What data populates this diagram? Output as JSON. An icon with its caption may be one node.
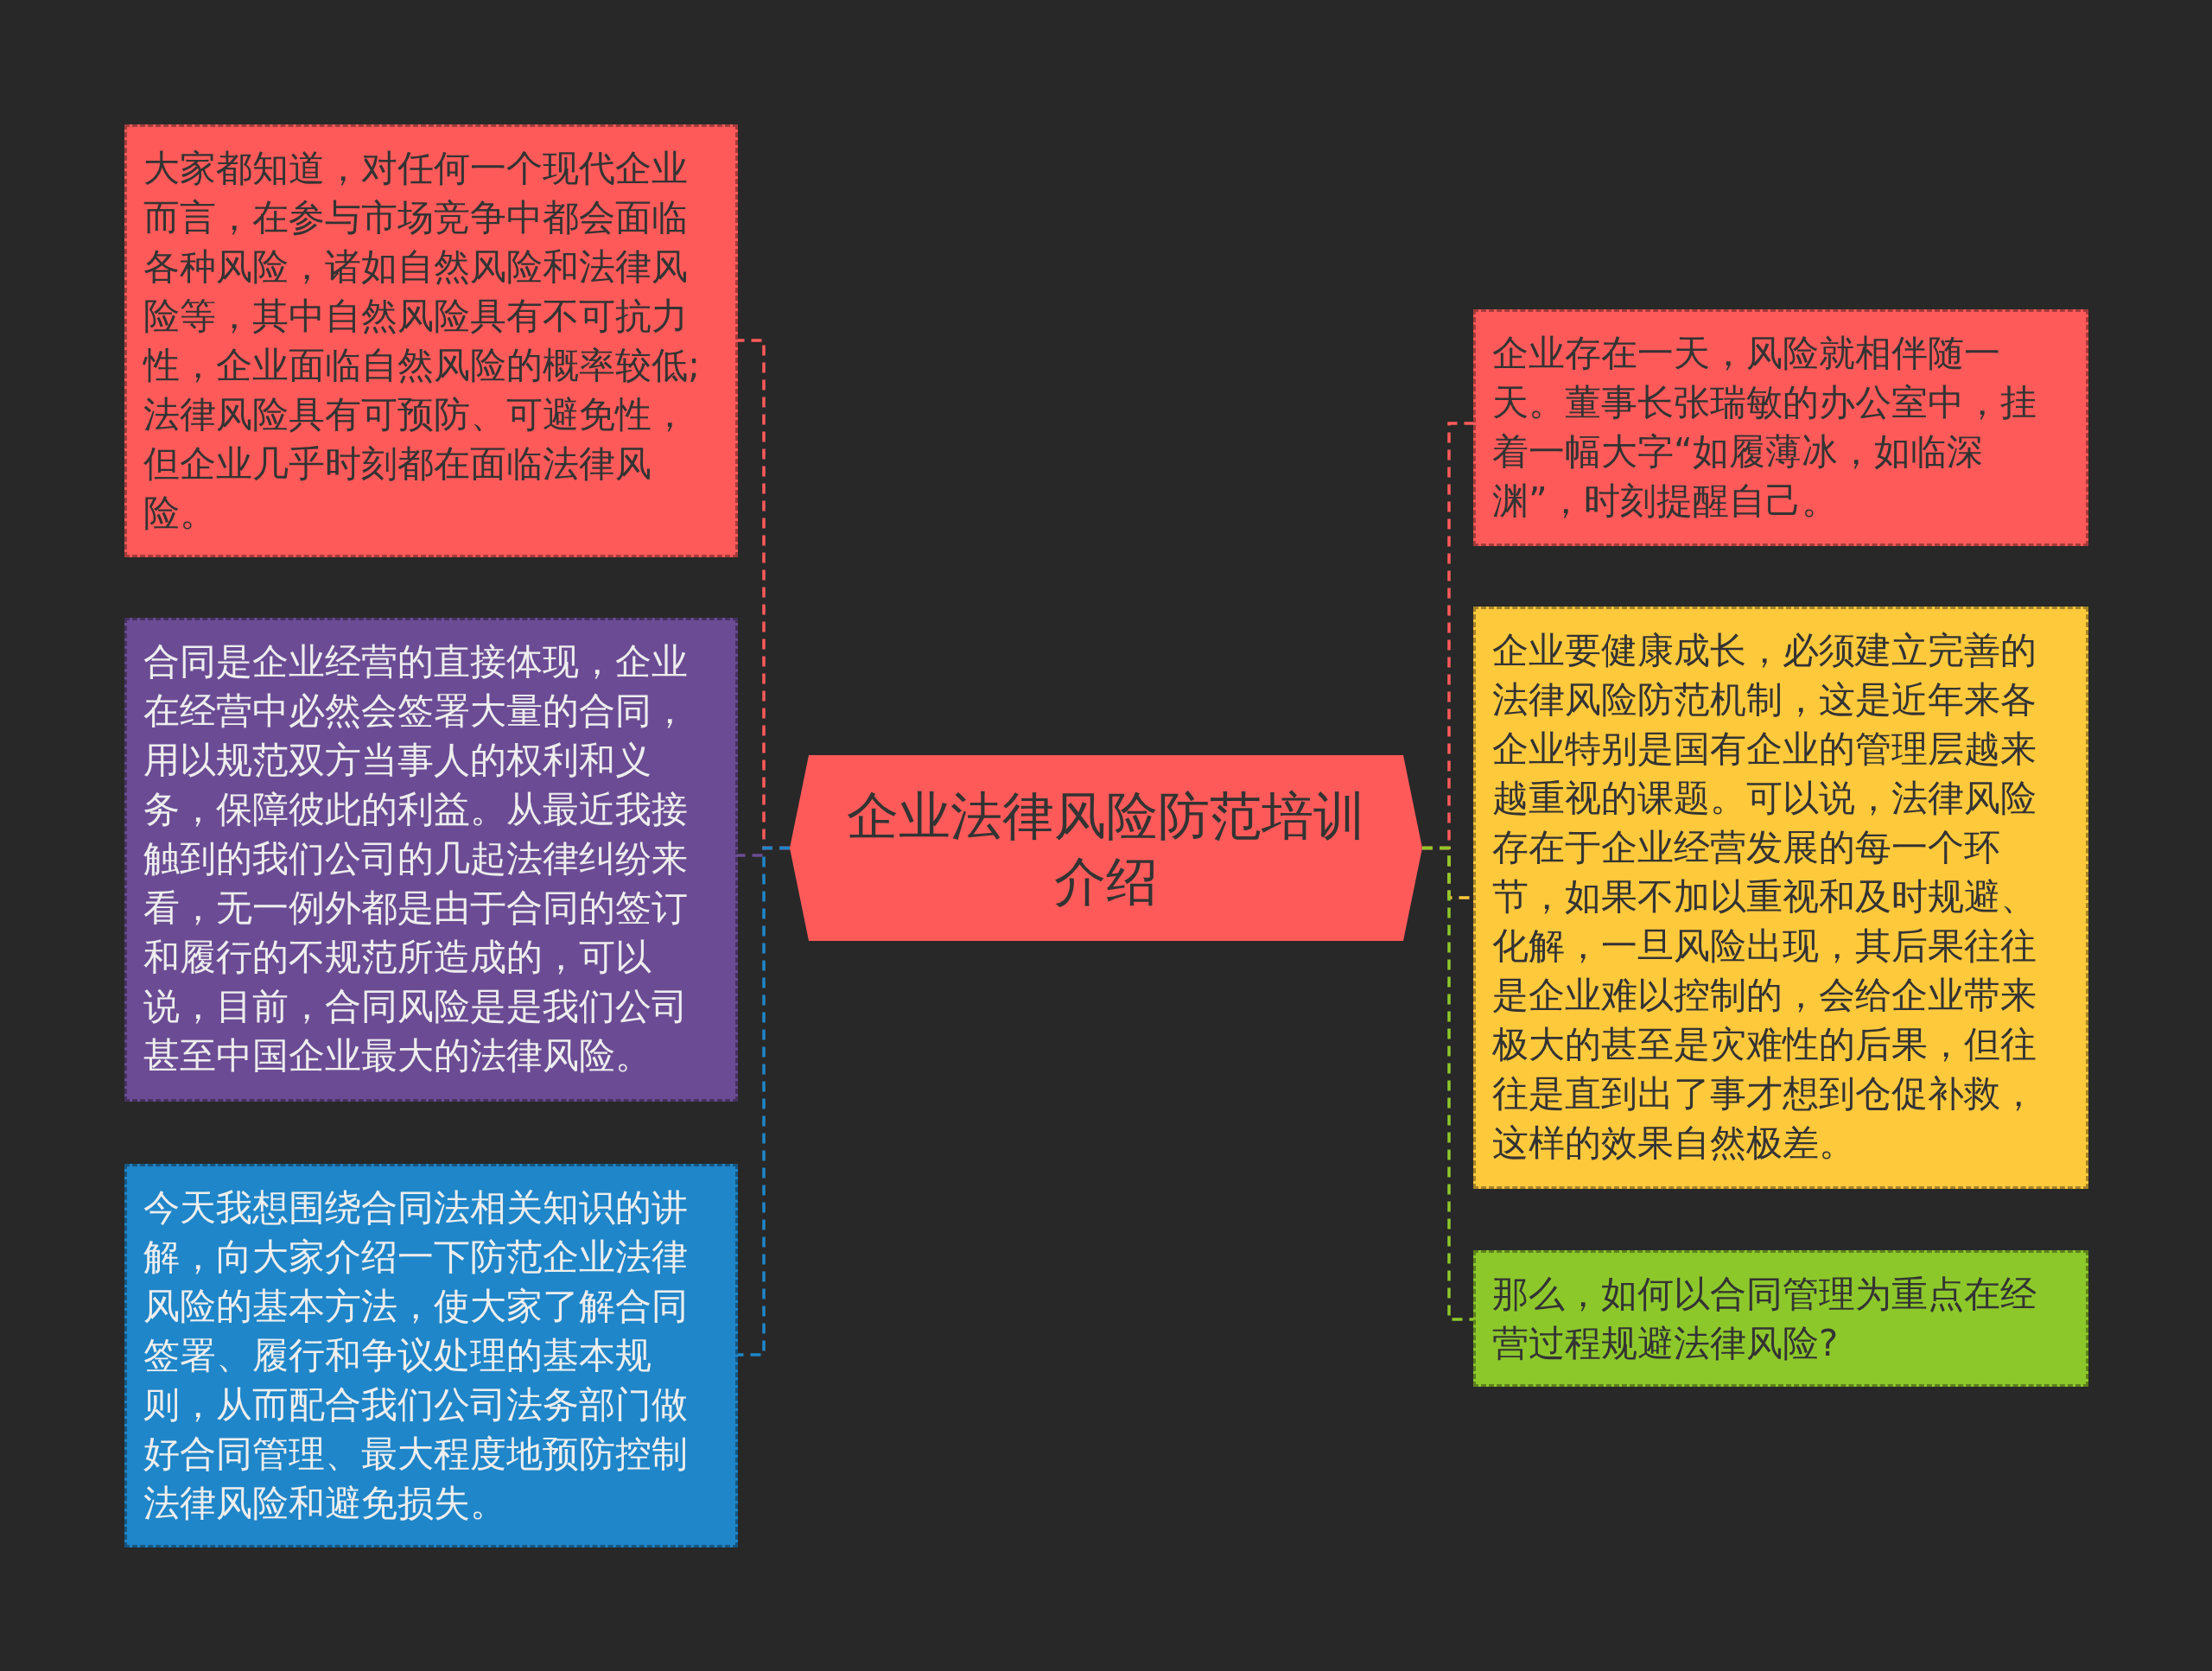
{
  "diagram": {
    "nodes": [
      {
        "text": [
          "企业法律风险防范培训介绍"
        ]
      },
      {
        "text": [
          "大家都知道，对任何一个现代企业而言，在参与市场竞争中都会面临各种风险，诸如自然风险和法律风险等，其中自然风险具有不可抗力性，企业面临自然风险的概率较低;法律风险具有可预防、可避免性，但企业几乎时刻都在面临法律风险。"
        ]
      },
      {
        "text": [
          "合同是企业经营的直接体现，企业在经营中必然会签署大量的合同，用以规范双方当事人的权利和义务，保障彼此的利益。从最近我接触到的我们公司的几起法律纠纷来看，无一例外都是由于合同的签订和履行的不规范所造成的，可以说，目前，合同风险是是我们公司甚至中国企业最大的法律风险。"
        ]
      },
      {
        "text": [
          "今天我想围绕合同法相关知识的讲解，向大家介绍一下防范企业法律风险的基本方法，使大家了解合同签署、履行和争议处理的基本规则，从而配合我们公司法务部门做好合同管理、最大程度地预防控制法律风险和避免损失。"
        ]
      },
      {
        "text": [
          "企业存在一天，风险就相伴随一天。董事长张瑞敏的办公室中，挂着一幅大字“如履薄冰，如临深渊”，时刻提醒自己。"
        ]
      },
      {
        "text": [
          "企业要健康成长，必须建立完善的法律风险防范机制，这是近年来各企业特别是国有企业的管理层越来越重视的课题。可以说，法律风险存在于企业经营发展的每一个环节，如果不加以重视和及时规避、化解，一旦风险出现，其后果往往是企业难以控制的，会给企业带来极大的甚至是灾难性的后果，但往往是直到出了事才想到仓促补救，这样的效果自然极差。"
        ]
      },
      {
        "text": [
          "那么，如何以合同管理为重点在经营过程规避法律风险?"
        ]
      }
    ],
    "edges": [
      {
        "from": 0,
        "to": 1,
        "arrow": "none",
        "style": "dashed",
        "color": "#ff5a5a"
      },
      {
        "from": 0,
        "to": 2,
        "arrow": "none",
        "style": "dashed",
        "color": "#6b4c94"
      },
      {
        "from": 0,
        "to": 3,
        "arrow": "none",
        "style": "dashed",
        "color": "#1f86c9"
      },
      {
        "from": 0,
        "to": 4,
        "arrow": "none",
        "style": "dashed",
        "color": "#ff5a5a"
      },
      {
        "from": 0,
        "to": 5,
        "arrow": "none",
        "style": "dashed",
        "color": "#ffc93c"
      },
      {
        "from": 0,
        "to": 6,
        "arrow": "none",
        "style": "dashed",
        "color": "#8dc82b"
      }
    ]
  }
}
